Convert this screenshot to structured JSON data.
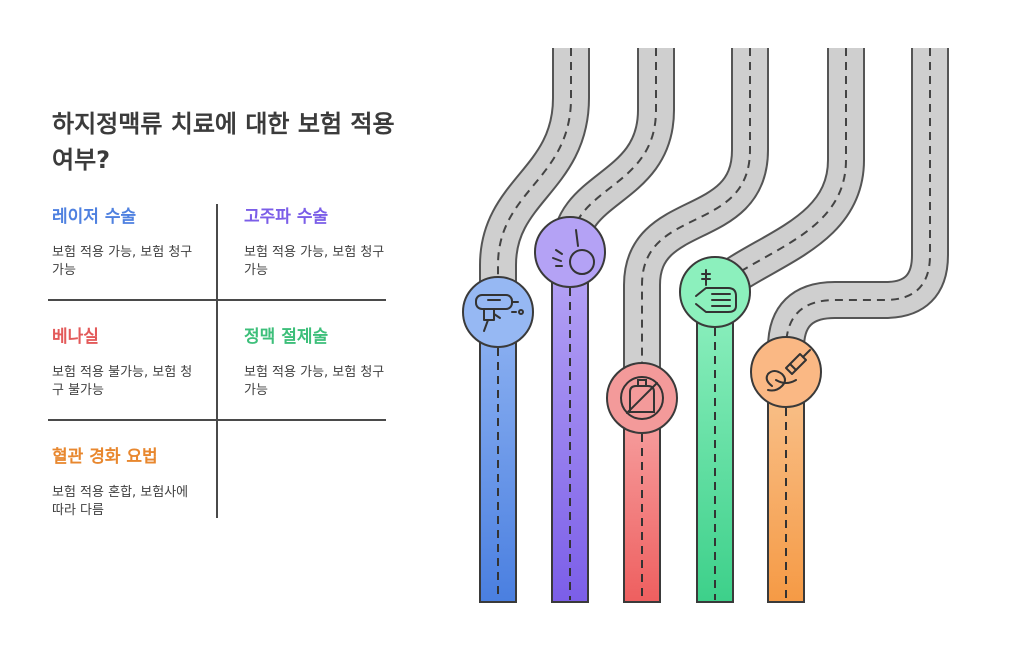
{
  "title": "하지정맥류 치료에 대한 보험 적용 여부?",
  "treatments": [
    {
      "name": "레이저 수술",
      "desc": "보험 적용 가능, 보험 청구 가능",
      "color": "#4f81e0",
      "icon": "laser-icon"
    },
    {
      "name": "고주파 수술",
      "desc": "보험 적용 가능, 보험 청구 가능",
      "color": "#7b5ee8",
      "icon": "radiofrequency-icon"
    },
    {
      "name": "베나실",
      "desc": "보험 적용 불가능, 보험 청구 불가능",
      "color": "#e35a5a",
      "icon": "no-glue-icon"
    },
    {
      "name": "정맥 절제술",
      "desc": "보험 적용 가능, 보험 청구 가능",
      "color": "#3dbf7a",
      "icon": "syringe-hand-icon"
    },
    {
      "name": "혈관 경화 요법",
      "desc": "보험 적용 혼합, 보험사에 따라 다름",
      "color": "#e8872e",
      "icon": "injection-icon"
    }
  ]
}
